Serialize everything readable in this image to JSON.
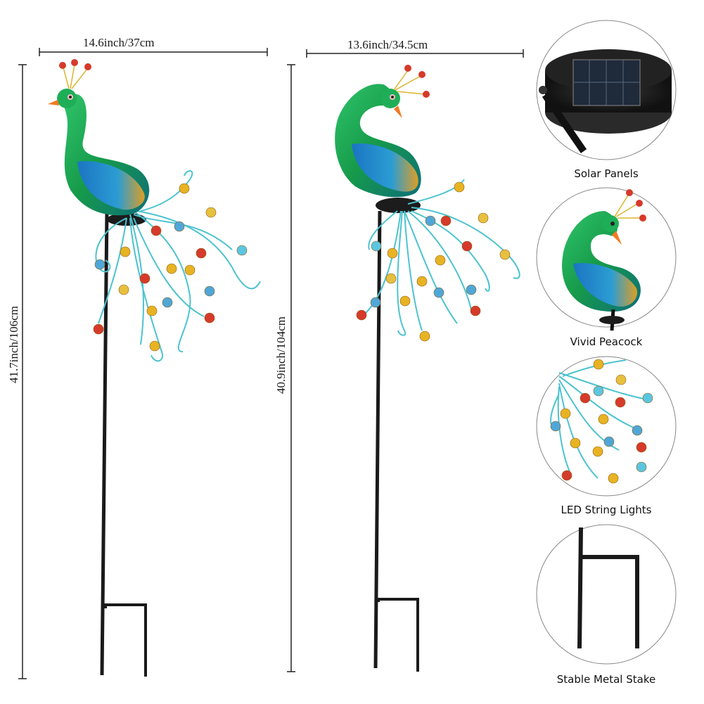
{
  "dimensions": {
    "left_width": "14.6inch/37cm",
    "left_height": "41.7inch/106cm",
    "right_width": "13.6inch/34.5cm",
    "right_height": "40.9inch/104cm"
  },
  "features": [
    {
      "label": "Solar Panels",
      "icon": "solar-panel"
    },
    {
      "label": "Vivid Peacock",
      "icon": "peacock"
    },
    {
      "label": "LED String Lights",
      "icon": "led-string-lights"
    },
    {
      "label": "Stable Metal Stake",
      "icon": "metal-stake"
    }
  ],
  "colors": {
    "peacock_green": "#1f9e4a",
    "peacock_blue": "#1b7fc0",
    "accent_orange": "#f08a1c",
    "wire_teal": "#4cc3cf",
    "stake_black": "#1a1a1a"
  }
}
